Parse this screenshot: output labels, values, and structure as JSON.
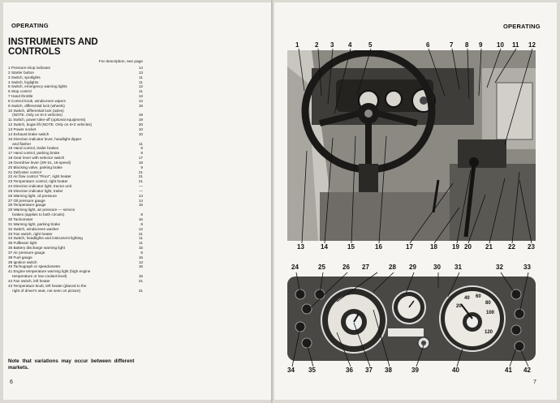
{
  "left_page": {
    "header": "OPERATING",
    "title_lines": [
      "INSTRUMENTS AND",
      "CONTROLS"
    ],
    "description_note": "For description, see page",
    "items": [
      {
        "text": "1 Pressure-drop indicator",
        "page": "14"
      },
      {
        "text": "2 Starter button",
        "page": "13"
      },
      {
        "text": "3 Switch, spotlights",
        "page": "11"
      },
      {
        "text": "4 Switch, foglights",
        "page": "11"
      },
      {
        "text": "5 Switch, emergency warning lights",
        "page": "12"
      },
      {
        "text": "6 Stop control",
        "page": "11"
      },
      {
        "text": "7 Hand throttle",
        "page": "13"
      },
      {
        "text": "8 Control knob, windscreen wipers",
        "page": "12"
      },
      {
        "text": "9 Switch, differential lock (wheels)",
        "page": "18"
      },
      {
        "text": "10 Switch, differential lock (axles)",
        "page": ""
      },
      {
        "text": "    (NOTE. Only on 6×4 vehicles)",
        "page": "19"
      },
      {
        "text": "11 Switch, power take-off (optional equipment)",
        "page": "19"
      },
      {
        "text": "12 Switch, bogie lift (NOTE. Only on 6×2 vehicles)",
        "page": "20"
      },
      {
        "text": "13 Power socket",
        "page": "10"
      },
      {
        "text": "14 Exhaust brake switch",
        "page": "10"
      },
      {
        "text": "15 Direction indicator lever, headlight dipper",
        "page": ""
      },
      {
        "text": "    and flasher",
        "page": "11"
      },
      {
        "text": "16 Hand control, trailer brakes",
        "page": "9"
      },
      {
        "text": "17 Hand control, parking brake",
        "page": "8"
      },
      {
        "text": "18 Gear lever with selector switch",
        "page": "17"
      },
      {
        "text": "19 Overdrive lever (SR 61, 16-speed)",
        "page": "18"
      },
      {
        "text": "20 Blocking valve, parking brake",
        "page": "9"
      },
      {
        "text": "21 Defroster control",
        "page": "21"
      },
      {
        "text": "22 Air flow control \"Floor\", right heater",
        "page": "21"
      },
      {
        "text": "23 Temperature control, right heater",
        "page": "21"
      },
      {
        "text": "24 Direction indicator light, tractor unit",
        "page": "—"
      },
      {
        "text": "25 Direction indicator light, trailer",
        "page": "—"
      },
      {
        "text": "26 Warning light, oil pressure",
        "page": "14"
      },
      {
        "text": "27 Oil pressure gauge",
        "page": "14"
      },
      {
        "text": "28 Temperature gauge",
        "page": "15"
      },
      {
        "text": "29 Warning light, air pressure — service",
        "page": ""
      },
      {
        "text": "    brakes (applies to both circuits)",
        "page": "8"
      },
      {
        "text": "30 Tachometer",
        "page": "16"
      },
      {
        "text": "31 Warning light, parking brake",
        "page": "8"
      },
      {
        "text": "32 Switch, windscreen washer",
        "page": "12"
      },
      {
        "text": "33 Fan switch, right heater",
        "page": "21"
      },
      {
        "text": "34 Switch, headlights and instrument lighting",
        "page": "11"
      },
      {
        "text": "35 Fullbeam light",
        "page": "11"
      },
      {
        "text": "36 Battery discharge warning light",
        "page": "15"
      },
      {
        "text": "37 Air pressure gauge",
        "page": "8"
      },
      {
        "text": "38 Fuel gauge",
        "page": "16"
      },
      {
        "text": "39 Ignition switch",
        "page": "13"
      },
      {
        "text": "40 Tachograph or speedometer",
        "page": "16"
      },
      {
        "text": "41 Engine temperature warning light (high engine",
        "page": ""
      },
      {
        "text": "    temperature or low coolant level)",
        "page": "15"
      },
      {
        "text": "42 Fan switch, left heater",
        "page": "21"
      },
      {
        "text": "43 Temperature knob, left heater (placed to the",
        "page": ""
      },
      {
        "text": "    right of driver's seat, not seen on picture)",
        "page": "21"
      }
    ],
    "footnote": "Note that variations may occur between different markets.",
    "page_number": "6"
  },
  "right_page": {
    "header": "OPERATING",
    "page_number": "7",
    "cab_labels_top": [
      "1",
      "2",
      "3",
      "4",
      "5",
      "6",
      "7",
      "8",
      "9",
      "10",
      "11",
      "12"
    ],
    "cab_labels_bottom": [
      "13",
      "14",
      "15",
      "16",
      "17",
      "18",
      "19",
      "20",
      "21",
      "22",
      "23"
    ],
    "panel_labels_top": [
      "24",
      "25",
      "26",
      "27",
      "28",
      "29",
      "30",
      "31",
      "32",
      "33"
    ],
    "panel_labels_bottom": [
      "34",
      "35",
      "36",
      "37",
      "38",
      "39",
      "40",
      "41",
      "42"
    ],
    "speedometer_ticks": [
      "20",
      "40",
      "60",
      "80",
      "100",
      "120"
    ]
  },
  "colors": {
    "paper": "#f6f5f1",
    "ink": "#111111",
    "photo": "#7d7a75",
    "panel": "#4a4845"
  }
}
